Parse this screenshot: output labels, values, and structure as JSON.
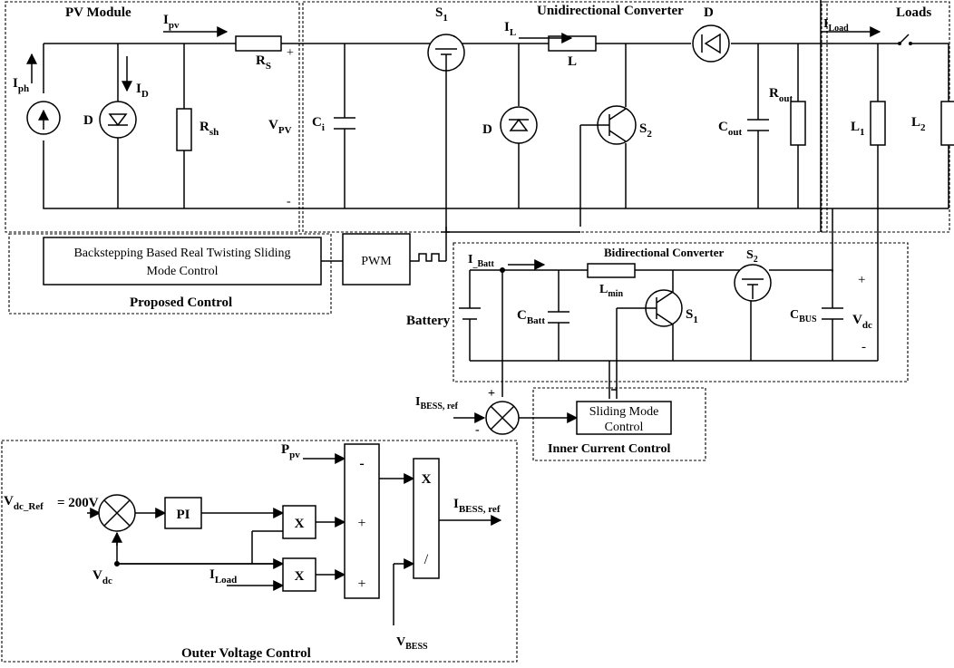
{
  "sections": {
    "pv_module": "PV Module",
    "unidirectional_converter": "Unidirectional Converter",
    "loads": "Loads",
    "proposed_control": "Proposed Control",
    "bidirectional_converter": "Bidirectional Converter",
    "inner_current_control": "Inner Current Control",
    "outer_voltage_control": "Outer Voltage Control"
  },
  "blocks": {
    "controller_line1": "Backstepping Based Real Twisting Sliding",
    "controller_line2": "Mode Control",
    "pwm": "PWM",
    "smc_line1": "Sliding Mode",
    "smc_line2": "Control",
    "pi": "PI",
    "mult": "X",
    "div_mult": "X",
    "div_slash": "/"
  },
  "labels": {
    "Iph": {
      "m": "I",
      "s": "ph"
    },
    "Ipv": {
      "m": "I",
      "s": "pv"
    },
    "ID": {
      "m": "I",
      "s": "D"
    },
    "D_pv": {
      "m": "D",
      "s": ""
    },
    "Rsh": {
      "m": "R",
      "s": "sh"
    },
    "Rs": {
      "m": "R",
      "s": "S"
    },
    "Vpv": {
      "m": "V",
      "s": "PV"
    },
    "Ci": {
      "m": "C",
      "s": "i"
    },
    "S1_top": {
      "m": "S",
      "s": "1"
    },
    "IL": {
      "m": "I",
      "s": "L"
    },
    "L": {
      "m": "L",
      "s": ""
    },
    "D_top": {
      "m": "D",
      "s": ""
    },
    "D_mid": {
      "m": "D",
      "s": ""
    },
    "S2_top": {
      "m": "S",
      "s": "2"
    },
    "Cout": {
      "m": "C",
      "s": "out"
    },
    "Rout": {
      "m": "R",
      "s": "out"
    },
    "ILoad_top": {
      "m": "I",
      "s": "Load"
    },
    "L1": {
      "m": "L",
      "s": "1"
    },
    "L2": {
      "m": "L",
      "s": "2"
    },
    "IBatt": {
      "m": "I",
      "s": "_Batt"
    },
    "Battery": {
      "m": "Battery",
      "s": ""
    },
    "CBatt": {
      "m": "C",
      "s": "Batt"
    },
    "Lmin": {
      "m": "L",
      "s": "min"
    },
    "S1_bot": {
      "m": "S",
      "s": "1"
    },
    "S2_bot": {
      "m": "S",
      "s": "2"
    },
    "CBUS": {
      "m": "C",
      "s": "BUS"
    },
    "Vdc_bus": {
      "m": "V",
      "s": "dc"
    },
    "IBESS_in": {
      "m": "I",
      "s": "BESS, ref"
    },
    "Ppv": {
      "m": "P",
      "s": "pv"
    },
    "Vdc_ref": {
      "m": "V",
      "s": "dc_Ref"
    },
    "Vdc_ref_value": "= 200V",
    "Vdc_ctrl": {
      "m": "V",
      "s": "dc"
    },
    "ILoad_ctrl": {
      "m": "I",
      "s": "Load"
    },
    "IBESS_out": {
      "m": "I",
      "s": "BESS, ref"
    },
    "VBESS": {
      "m": "V",
      "s": "BESS"
    }
  },
  "signs": {
    "plus": "+",
    "minus": "-"
  }
}
